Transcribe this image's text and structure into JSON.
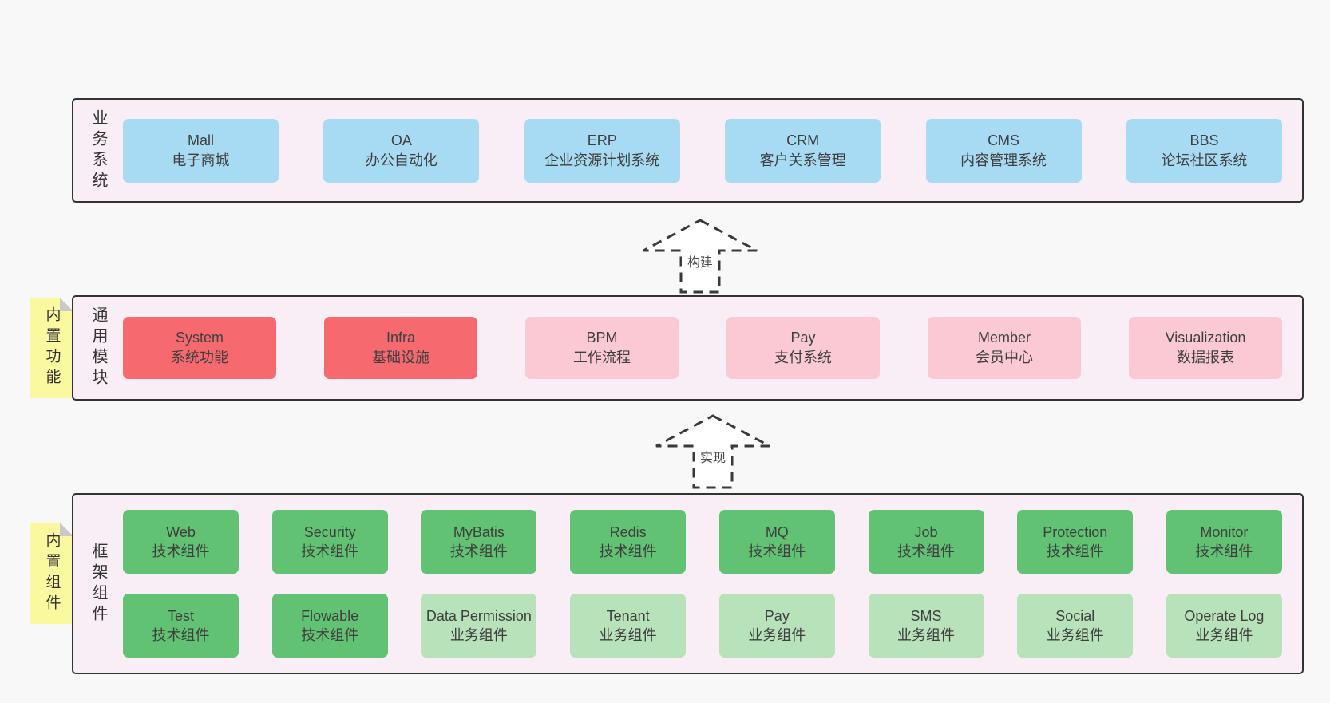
{
  "colors": {
    "page_bg": "#f8f8f8",
    "band_bg": "#f9edf6",
    "band_border": "#333333",
    "blue_box": "#a7daf3",
    "red_box": "#f5696f",
    "pink_box": "#fac9d3",
    "green_box": "#61c273",
    "light_green_box": "#b7e2ba",
    "note_yellow": "#fbf9a0",
    "note_fold_gray": "#c9c9c9"
  },
  "arrows": [
    {
      "label": "构建"
    },
    {
      "label": "实现"
    }
  ],
  "layers": [
    {
      "id": "business-systems",
      "label": "业务系统",
      "boxes": [
        {
          "name": "Mall",
          "desc": "电子商城",
          "variant": "blue"
        },
        {
          "name": "OA",
          "desc": "办公自动化",
          "variant": "blue"
        },
        {
          "name": "ERP",
          "desc": "企业资源计划系统",
          "variant": "blue"
        },
        {
          "name": "CRM",
          "desc": "客户关系管理",
          "variant": "blue"
        },
        {
          "name": "CMS",
          "desc": "内容管理系统",
          "variant": "blue"
        },
        {
          "name": "BBS",
          "desc": "论坛社区系统",
          "variant": "blue"
        }
      ]
    },
    {
      "id": "common-modules",
      "label": "通用模块",
      "note": "内置功能",
      "boxes": [
        {
          "name": "System",
          "desc": "系统功能",
          "variant": "red"
        },
        {
          "name": "Infra",
          "desc": "基础设施",
          "variant": "red"
        },
        {
          "name": "BPM",
          "desc": "工作流程",
          "variant": "pink"
        },
        {
          "name": "Pay",
          "desc": "支付系统",
          "variant": "pink"
        },
        {
          "name": "Member",
          "desc": "会员中心",
          "variant": "pink"
        },
        {
          "name": "Visualization",
          "desc": "数据报表",
          "variant": "pink"
        }
      ]
    },
    {
      "id": "framework-components",
      "label": "框架组件",
      "note": "内置组件",
      "rows": [
        [
          {
            "name": "Web",
            "desc": "技术组件",
            "variant": "green"
          },
          {
            "name": "Security",
            "desc": "技术组件",
            "variant": "green"
          },
          {
            "name": "MyBatis",
            "desc": "技术组件",
            "variant": "green"
          },
          {
            "name": "Redis",
            "desc": "技术组件",
            "variant": "green"
          },
          {
            "name": "MQ",
            "desc": "技术组件",
            "variant": "green"
          },
          {
            "name": "Job",
            "desc": "技术组件",
            "variant": "green"
          },
          {
            "name": "Protection",
            "desc": "技术组件",
            "variant": "green"
          },
          {
            "name": "Monitor",
            "desc": "技术组件",
            "variant": "green"
          }
        ],
        [
          {
            "name": "Test",
            "desc": "技术组件",
            "variant": "green"
          },
          {
            "name": "Flowable",
            "desc": "技术组件",
            "variant": "green"
          },
          {
            "name": "Data Permission",
            "desc": "业务组件",
            "variant": "lightgreen"
          },
          {
            "name": "Tenant",
            "desc": "业务组件",
            "variant": "lightgreen"
          },
          {
            "name": "Pay",
            "desc": "业务组件",
            "variant": "lightgreen"
          },
          {
            "name": "SMS",
            "desc": "业务组件",
            "variant": "lightgreen"
          },
          {
            "name": "Social",
            "desc": "业务组件",
            "variant": "lightgreen"
          },
          {
            "name": "Operate Log",
            "desc": "业务组件",
            "variant": "lightgreen"
          }
        ]
      ]
    }
  ]
}
